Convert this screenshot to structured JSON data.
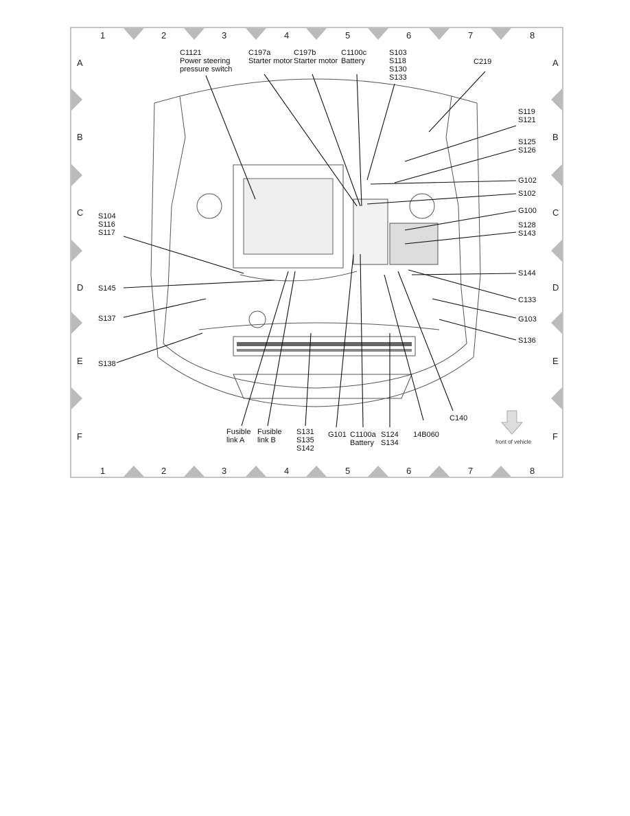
{
  "grid": {
    "columns": [
      "1",
      "2",
      "3",
      "4",
      "5",
      "6",
      "7",
      "8"
    ],
    "rows": [
      "A",
      "B",
      "C",
      "D",
      "E",
      "F"
    ]
  },
  "callouts": {
    "c1121": [
      "C1121",
      "Power steering",
      "pressure switch"
    ],
    "c197a": [
      "C197a",
      "Starter motor"
    ],
    "c197b": [
      "C197b",
      "Starter motor"
    ],
    "c1100c": [
      "C1100c",
      "Battery"
    ],
    "s103": [
      "S103",
      "S118",
      "S130",
      "S133"
    ],
    "c219": [
      "C219"
    ],
    "s119": [
      "S119",
      "S121"
    ],
    "s125": [
      "S125",
      "S126"
    ],
    "g102": [
      "G102"
    ],
    "s102": [
      "S102"
    ],
    "g100": [
      "G100"
    ],
    "s128": [
      "S128",
      "S143"
    ],
    "s144": [
      "S144"
    ],
    "c133": [
      "C133"
    ],
    "g103": [
      "G103"
    ],
    "s136": [
      "S136"
    ],
    "c140": [
      "C140"
    ],
    "b14060": [
      "14B060"
    ],
    "s124": [
      "S124",
      "S134"
    ],
    "c1100a": [
      "C1100a",
      "Battery"
    ],
    "g101": [
      "G101"
    ],
    "s131": [
      "S131",
      "S135",
      "S142"
    ],
    "fusible_b": [
      "Fusible",
      "link B"
    ],
    "fusible_a": [
      "Fusible",
      "link A"
    ],
    "s104": [
      "S104",
      "S116",
      "S117"
    ],
    "s145": [
      "S145"
    ],
    "s137": [
      "S137"
    ],
    "s138": [
      "S138"
    ]
  },
  "front_label": "front of vehicle",
  "icons": {
    "front_arrow": "arrow-down-icon"
  }
}
